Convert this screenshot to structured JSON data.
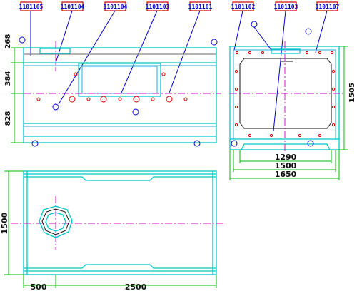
{
  "part_tags": [
    "1101105",
    "1101104",
    "1101104",
    "1101103",
    "1101101",
    "1101102",
    "1101103",
    "1101107"
  ],
  "dims": {
    "front_left": [
      "268",
      "384",
      "828"
    ],
    "side_right": "1505",
    "side_bottom": [
      "1290",
      "1500",
      "1650"
    ],
    "plan_left": "1500",
    "plan_bottom": [
      "500",
      "2500"
    ]
  },
  "colors": {
    "outline": "#00c8c8",
    "dimension": "#00bb00",
    "centerline": "#d000d0",
    "leader": "#0000cc",
    "tag_border": "#cc0000"
  }
}
